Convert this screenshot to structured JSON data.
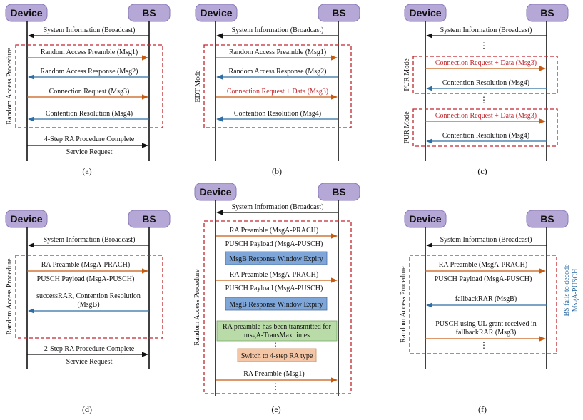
{
  "nodes": {
    "device": "Device",
    "bs": "BS"
  },
  "dots": "⋮",
  "panel_a": {
    "caption": "(a)",
    "region_label": "Random Access Procedure",
    "msgs": [
      "System Information (Broadcast)",
      "Random Access Preamble (Msg1)",
      "Random Access Response (Msg2)",
      "Connection Request (Msg3)",
      "Contention Resolution (Msg4)",
      "4-Step RA Procedure Complete",
      "Service Request"
    ]
  },
  "panel_b": {
    "caption": "(b)",
    "region_label": "EDT Mode",
    "msgs": [
      "System Information (Broadcast)",
      "Random Access Preamble (Msg1)",
      "Random Access Response (Msg2)",
      "Connection Request + Data (Msg3)",
      "Contention Resolution (Msg4)"
    ]
  },
  "panel_c": {
    "caption": "(c)",
    "region_label_1": "PUR Mode",
    "region_label_2": "PUR Mode",
    "msgs": [
      "System Information (Broadcast)",
      "Connection Request + Data (Msg3)",
      "Contention Resolution (Msg4)",
      "Connection Request + Data (Msg3)",
      "Contention Resolution (Msg4)"
    ]
  },
  "panel_d": {
    "caption": "(d)",
    "region_label": "Random Access Procedure",
    "msgs": [
      "System Information (Broadcast)",
      "RA Preamble (MsgA-PRACH)",
      "PUSCH Payload (MsgA-PUSCH)",
      "successRAR, Contention Resolution",
      "(MsgB)",
      "2-Step RA Procedure Complete",
      "Service Request"
    ]
  },
  "panel_e": {
    "caption": "(e)",
    "region_label": "Random Access Procedure",
    "msgs": [
      "System Information (Broadcast)",
      "RA Preamble (MsgA-PRACH)",
      "PUSCH Payload (MsgA-PUSCH)",
      "RA Preamble (MsgA-PRACH)",
      "PUSCH Payload (MsgA-PUSCH)",
      "RA Preamble (Msg1)"
    ],
    "box_expiry_1": "MsgB Response Window Expiry",
    "box_expiry_2": "MsgB Response Window Expiry",
    "box_green_1": "RA preamble has been transmitted for",
    "box_green_2": "msgA-TransMax times",
    "box_switch": "Switch to 4-step RA type"
  },
  "panel_f": {
    "caption": "(f)",
    "region_label": "Random Access Procedure",
    "side_note_1": "BS fails to decode",
    "side_note_2": "MsgA-PUSCH",
    "msgs": [
      "System Information (Broadcast)",
      "RA Preamble (MsgA-PRACH)",
      "PUSCH Payload (MsgA-PUSCH)",
      "fallbackRAR (MsgB)",
      "PUSCH using UL grant received in",
      "fallbackRAR (Msg3)"
    ]
  },
  "colors": {
    "black": "#111111",
    "orange": "#c55a11",
    "blue": "#2e6da4",
    "red": "#c0272d",
    "node": "#b6a8d6"
  }
}
